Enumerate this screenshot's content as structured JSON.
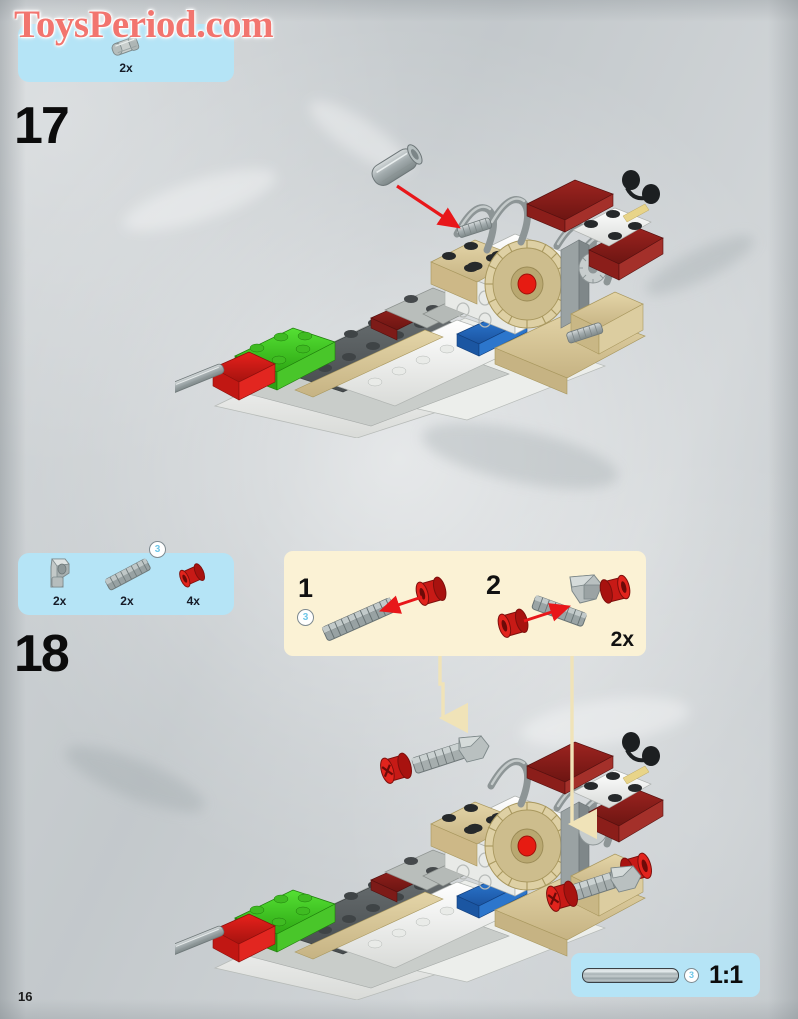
{
  "document": {
    "watermark": "ToysPeriod.com",
    "page_number": "16",
    "background_color": "#c7cccf"
  },
  "colors": {
    "parts_box": "#b5e4f6",
    "callout_box": "#fbf2d5",
    "watermark": "#f2756f",
    "arrow_red": "#e8171a",
    "arrow_cream": "#f0e3b8",
    "step_number": "#0c0c0c",
    "ref_marker_text": "#6ec6e8"
  },
  "steps": [
    {
      "number": "17",
      "parts_box": {
        "items": [
          {
            "icon": "grey-pin-part-icon",
            "qty": "2x",
            "color": "#c2c8c6"
          }
        ]
      },
      "model": {
        "name": "step-17-model-illustration",
        "arrows": [
          {
            "type": "assembly-arrow",
            "color": "#e8171a",
            "direction": "down-right"
          }
        ]
      }
    },
    {
      "number": "18",
      "parts_box": {
        "items": [
          {
            "icon": "grey-angle-connector-part-icon",
            "qty": "2x",
            "color": "#b6bcbd"
          },
          {
            "icon": "grey-ribbed-axle-part-icon",
            "qty": "2x",
            "color": "#8e9a9c",
            "ref": "3"
          },
          {
            "icon": "red-bushing-part-icon",
            "qty": "4x",
            "color": "#c21a16"
          }
        ]
      },
      "callout": {
        "name": "sub-assembly-callout",
        "quantity": "2x",
        "sub_steps": [
          {
            "number": "1",
            "ref_marker": "3"
          },
          {
            "number": "2",
            "ref_marker": ""
          }
        ]
      },
      "model": {
        "name": "step-18-model-illustration",
        "arrows": [
          {
            "type": "placement-arrow",
            "color": "#f0e3b8",
            "direction": "down"
          },
          {
            "type": "placement-arrow",
            "color": "#f0e3b8",
            "direction": "down"
          }
        ]
      }
    }
  ],
  "scale_indicator": {
    "name": "one-to-one-scale-box",
    "ratio": "1:1",
    "ref_marker": "3",
    "part": "grey-ribbed-axle-part-icon"
  }
}
